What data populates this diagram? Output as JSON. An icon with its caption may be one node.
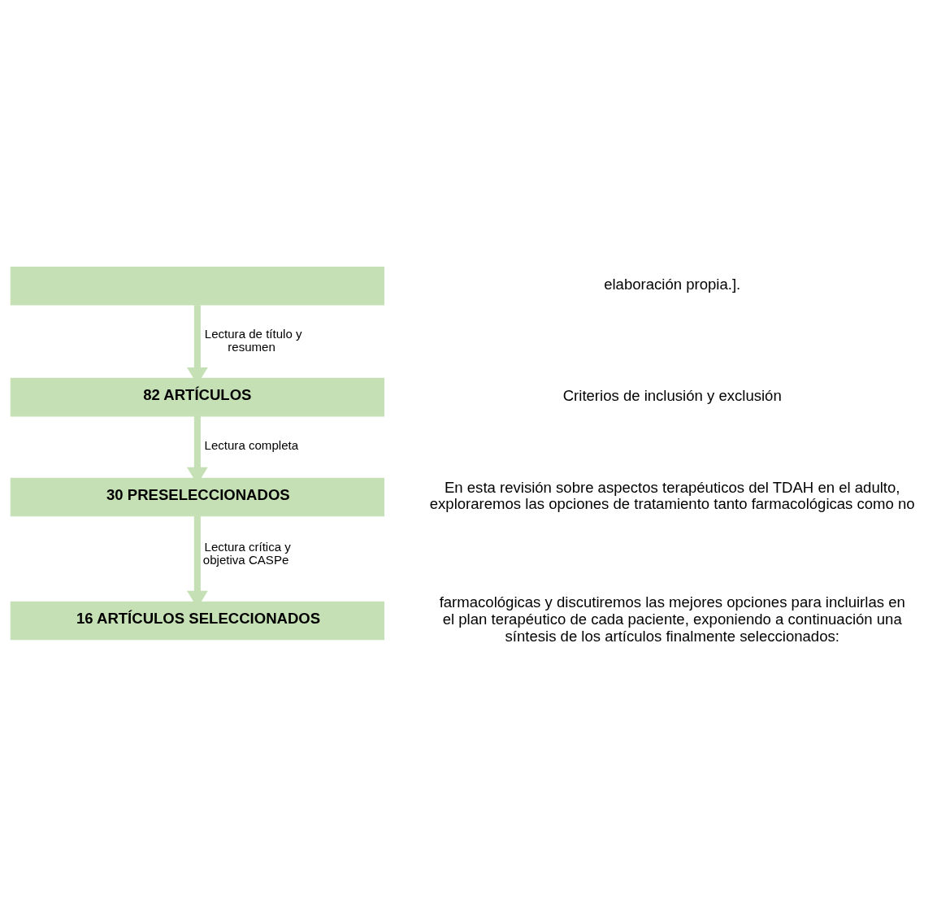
{
  "diagram": {
    "nodes": [
      {
        "text": [],
        "shape": "box"
      },
      {
        "text": [
          "82 ARTÍCULOS"
        ]
      },
      {
        "text": [
          "30 PRESELECCIONADOS"
        ]
      },
      {
        "text": [
          "16 ARTÍCULOS SELECCIONADOS"
        ]
      }
    ],
    "edges": [
      {
        "from": 0,
        "to": 1,
        "arrow": "to",
        "label": "Lectura de título y resumen"
      },
      {
        "from": 1,
        "to": 2,
        "arrow": "to",
        "label": "Lectura completa"
      },
      {
        "from": 2,
        "to": 3,
        "arrow": "to",
        "label": "Lectura crítica y objetiva CASPe"
      }
    ],
    "labels": [
      "elaboración propia.].",
      "Criterios de inclusión y exclusión",
      "En esta revisión sobre aspectos terapéuticos del TDAH en el adulto, exploraremos las opciones de tratamiento tanto farmacológicas como no",
      "farmacológicas y discutiremos las mejores opciones para incluirlas en el plan terapéutico de cada paciente, exponiendo a continuación una síntesis de los artículos finalmente seleccionados:"
    ]
  }
}
